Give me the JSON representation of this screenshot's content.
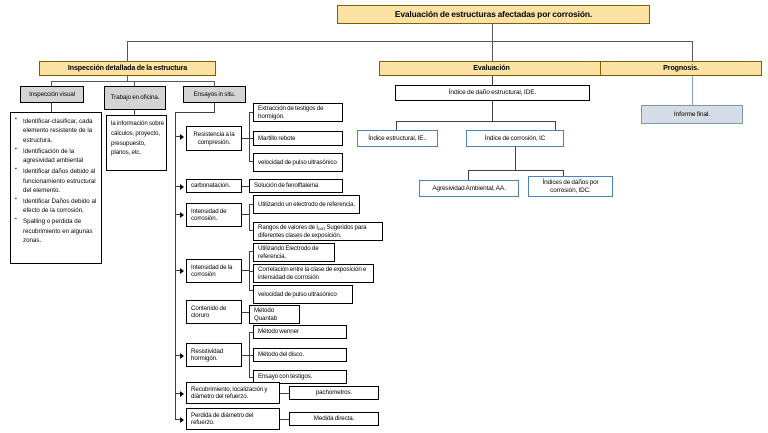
{
  "diagram": {
    "title": "Evaluación de estructuras afectadas por corrosión.",
    "colors": {
      "header_fill": "#fbe2a2",
      "header_border": "#7f6000",
      "gray_fill": "#d4d4d4",
      "blue_border": "#4f81bd",
      "connector": "#595959"
    },
    "level1": [
      {
        "label": "Inspección detallada de la estructura"
      },
      {
        "label": "Evaluación"
      },
      {
        "label": "Prognosis."
      }
    ],
    "inspeccion_branch": {
      "nodes": [
        {
          "label": "Inspección visual"
        },
        {
          "label": "Trabajo en oficina."
        },
        {
          "label": "Ensayos in situ."
        }
      ],
      "inspeccion_visual_items": [
        "Identificar-clasificar, cada elemento resistente de la estructura.",
        "Identificación de la agresividad ambiental",
        "Identificar daños debido al funcionamiento estructural del elemento.",
        "Identificar Daños debido al efecto de la corrosión.",
        "Spalling o perdida de recubrimiento en algunas zonas."
      ],
      "trabajo_oficina_text": "la información sobre cálculos, proyecto, presupuesto, planos, etc."
    },
    "ensayos": [
      {
        "label": "Resistencia a la compresión.",
        "children": [
          "Extracción de testigos de hormigón.",
          "Martillo rebote",
          "velocidad de pulso ultrasónico"
        ]
      },
      {
        "label": "carbonatacion.",
        "children": [
          "Solución de fenolftaleina"
        ]
      },
      {
        "label": "Intensidad de corrosión.",
        "children": [
          "Utilizando un electrodo de referencia.",
          "Rangos de valores de I|corr| Sugeridos para diferentes clases de exposición."
        ]
      },
      {
        "label": "Intensidad de la corrosión",
        "children": [
          "Utilizando Electrodo de referencia.",
          "Correlación entre la clase de exposición e intensidad de corrosión",
          "velocidad de pulso ultrasónico"
        ]
      },
      {
        "label": "Contenido de cloruro",
        "children": [
          "Método Quantab"
        ]
      },
      {
        "label": "Resistividad hormigón.",
        "children": [
          "Método wenner",
          "Método del disco.",
          "Ensayo con testigos."
        ]
      },
      {
        "label": "Recubrimiento, localización y diámetro del refuerzo.",
        "children": [
          "pachometros."
        ]
      },
      {
        "label": "Perdida de diámetro del refuerzo.",
        "children": [
          "Medida directa."
        ]
      }
    ],
    "evaluacion_branch": {
      "ide": "Índice de daño estructural, IDE.",
      "children": [
        "Índice estructural, IE..",
        "Índice de corrosión, IC"
      ],
      "ic_children": [
        "Agresividad Ambiental, AA.",
        "Índices de daños por corrosión, IDC."
      ]
    },
    "prognosis_branch": {
      "node": "Informe final."
    }
  }
}
